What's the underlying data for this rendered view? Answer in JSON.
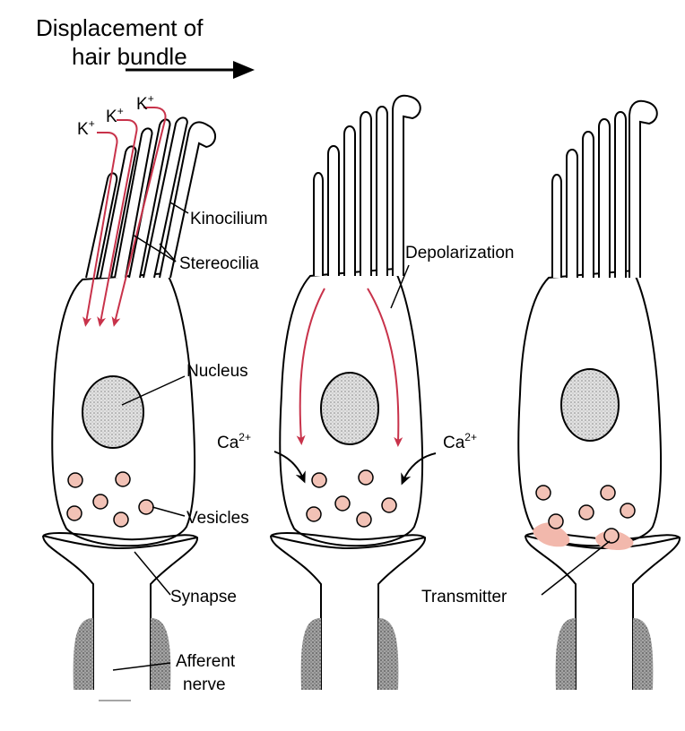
{
  "title": {
    "line1": "Displacement of",
    "line2": "hair bundle"
  },
  "ions": {
    "potassium": "K",
    "potassium_charge": "+",
    "calcium": "Ca",
    "calcium_charge": "2+"
  },
  "labels": {
    "kinocilium": "Kinocilium",
    "stereocilia": "Stereocilia",
    "nucleus": "Nucleus",
    "vesicles": "Vesicles",
    "synapse": "Synapse",
    "afferent_line1": "Afferent",
    "afferent_line2": "nerve",
    "depolarization": "Depolarization",
    "transmitter": "Transmitter"
  },
  "colors": {
    "outline": "#000000",
    "ion_flow": "#c8324a",
    "vesicle_fill": "#f2c2b6",
    "transmitter_fill": "#f2b8ac",
    "nucleus_fill": "#d2d2d2",
    "nerve_fill": "#8f8f8f"
  }
}
